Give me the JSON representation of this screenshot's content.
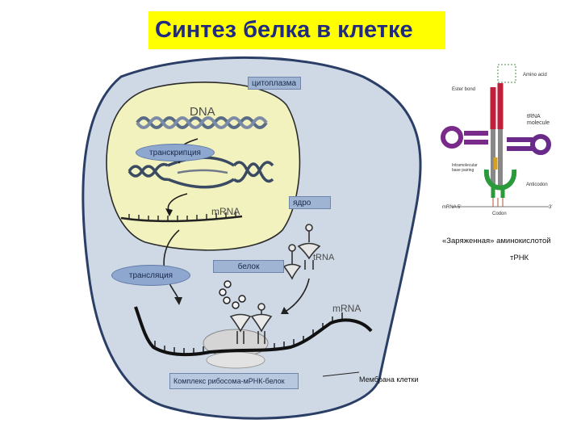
{
  "title": "Синтез белка в клетке",
  "labels": {
    "cytoplasm": "цитоплазма",
    "transcription": "транскрипция",
    "nucleus": "ядро",
    "protein": "белок",
    "translation": "трансляция",
    "complex": "Комплекс рибосома-мРНК-белок",
    "membrane": "Мембрана клетки",
    "charged": "«Заряженная» аминокислотой",
    "trna_ru": "тРНК"
  },
  "diagram_text": {
    "dna": "DNA",
    "mrna_nucleus": "mRNA",
    "trna": "tRNA",
    "mrna_cyto": "mRNA"
  },
  "trna_figure": {
    "amino_acid": "Amino acid",
    "ester_bond": "Ester bond",
    "trna_molecule_1": "tRNA",
    "trna_molecule_2": "molecule",
    "base_pairing_1": "Intramolecular",
    "base_pairing_2": "base pairing",
    "anticodon": "Anticodon",
    "mrna_5": "mRNA 5'",
    "mrna_3": "3'",
    "codon": "Codon"
  },
  "colors": {
    "title_bg": "#ffff00",
    "title_text": "#1f2a80",
    "cell": "#cfd9e6",
    "nucleus": "#f1f2bd",
    "label_bg": "#9fb4d2"
  }
}
